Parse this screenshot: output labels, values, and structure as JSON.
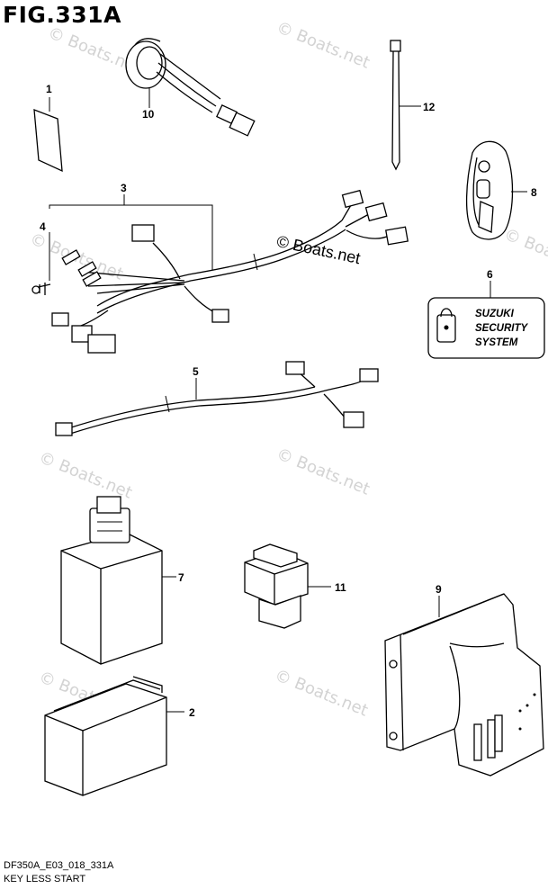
{
  "figure": {
    "title": "FIG.331A"
  },
  "watermark": {
    "text": "© Boats.net"
  },
  "parts": [
    {
      "number": "1"
    },
    {
      "number": "2"
    },
    {
      "number": "3"
    },
    {
      "number": "4"
    },
    {
      "number": "5"
    },
    {
      "number": "6"
    },
    {
      "number": "7"
    },
    {
      "number": "8"
    },
    {
      "number": "9"
    },
    {
      "number": "10"
    },
    {
      "number": "11"
    },
    {
      "number": "12"
    }
  ],
  "security_label": {
    "line1": "SUZUKI",
    "line2": "SECURITY",
    "line3": "SYSTEM"
  },
  "footer": {
    "code": "DF350A_E03_018_331A",
    "caption": "KEY LESS START"
  }
}
